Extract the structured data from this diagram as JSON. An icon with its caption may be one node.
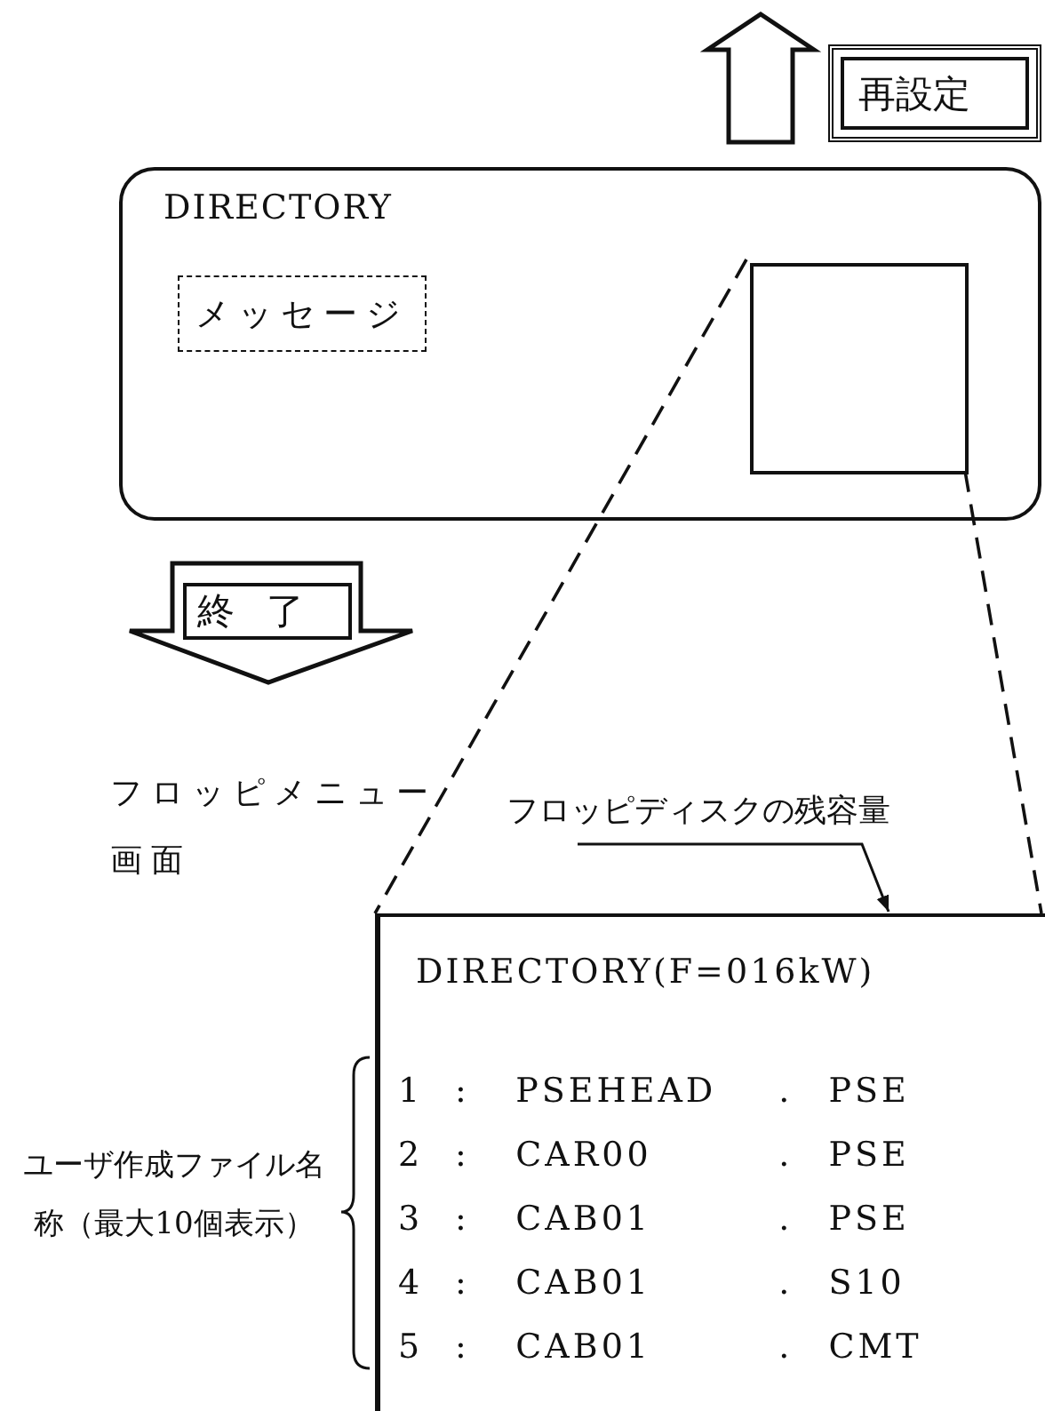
{
  "diagram": {
    "nodes": [
      {
        "text": [
          "DIRECTORY"
        ]
      },
      {
        "text": [
          "メッセージ"
        ],
        "in": 0
      },
      {
        "text": [],
        "shape": "box",
        "in": 0
      },
      {
        "text": [
          "再設定"
        ]
      },
      {
        "text": [
          "終了"
        ]
      },
      {
        "text": [
          "DIRECTORY(F=016kW)",
          "1 : PSEHEAD . PSE",
          "2 : CAR00 . PSE",
          "3 : CAB01 . PSE",
          "4 : CAB01 . S10",
          "5 : CAB01 . CMT"
        ]
      },
      {
        "text": [
          "フロッピディスクの残容量"
        ]
      }
    ],
    "edges": [
      {
        "from": 2,
        "to": 5,
        "arrow": "none",
        "style": "dashed"
      },
      {
        "from": 2,
        "to": 5,
        "arrow": "none",
        "style": "dashed"
      },
      {
        "from": 6,
        "to": 5,
        "arrow": "to"
      }
    ],
    "labels": [
      "フロッピメニュー画面",
      "ユーザ作成ファイル名称（最大10個表示）"
    ]
  }
}
